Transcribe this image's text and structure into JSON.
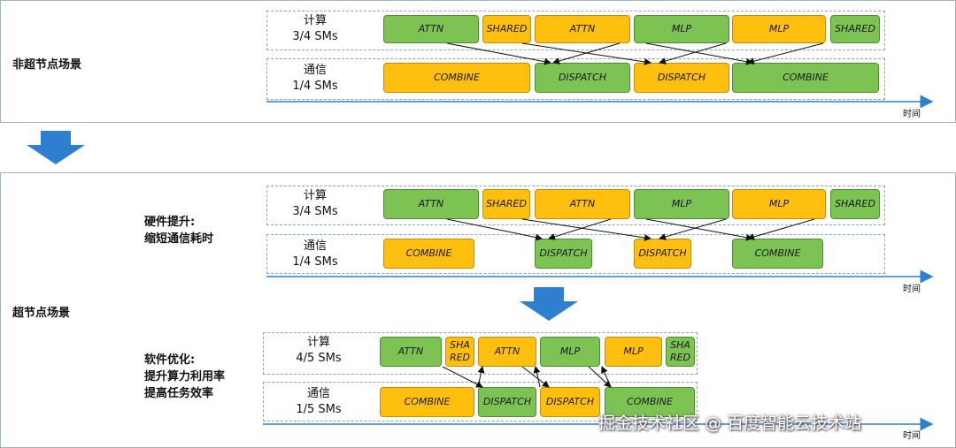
{
  "panels": {
    "top": {
      "label": "非超节点场景"
    },
    "bottom": {
      "label": "超节点场景"
    }
  },
  "notes": {
    "hardware": [
      "硬件提升:",
      "缩短通信耗时"
    ],
    "software": [
      "软件优化:",
      "提升算力利用率",
      "提高任务效率"
    ]
  },
  "diagrams": [
    {
      "compute_label": [
        "计算",
        "3/4 SMs"
      ],
      "comm_label": [
        "通信",
        "1/4 SMs"
      ],
      "axis_label": "时间",
      "compute_blocks": [
        {
          "text": "ATTN",
          "color": "green"
        },
        {
          "text": "SHARED",
          "color": "orange"
        },
        {
          "text": "ATTN",
          "color": "orange"
        },
        {
          "text": "MLP",
          "color": "green"
        },
        {
          "text": "MLP",
          "color": "orange"
        },
        {
          "text": "SHARED",
          "color": "green"
        }
      ],
      "comm_blocks": [
        {
          "text": "COMBINE",
          "color": "orange"
        },
        {
          "text": "DISPATCH",
          "color": "green"
        },
        {
          "text": "DISPATCH",
          "color": "orange"
        },
        {
          "text": "COMBINE",
          "color": "green"
        }
      ]
    },
    {
      "compute_label": [
        "计算",
        "3/4 SMs"
      ],
      "comm_label": [
        "通信",
        "1/4 SMs"
      ],
      "axis_label": "时间",
      "compute_blocks": [
        {
          "text": "ATTN",
          "color": "green"
        },
        {
          "text": "SHARED",
          "color": "orange"
        },
        {
          "text": "ATTN",
          "color": "orange"
        },
        {
          "text": "MLP",
          "color": "green"
        },
        {
          "text": "MLP",
          "color": "orange"
        },
        {
          "text": "SHARED",
          "color": "green"
        }
      ],
      "comm_blocks": [
        {
          "text": "COMBINE",
          "color": "orange"
        },
        {
          "text": "DISPATCH",
          "color": "green"
        },
        {
          "text": "DISPATCH",
          "color": "orange"
        },
        {
          "text": "COMBINE",
          "color": "green"
        }
      ]
    },
    {
      "compute_label": [
        "计算",
        "4/5 SMs"
      ],
      "comm_label": [
        "通信",
        "1/5 SMs"
      ],
      "axis_label": "时间",
      "compute_blocks": [
        {
          "text": "ATTN",
          "color": "green"
        },
        {
          "text": "SHA\nRED",
          "color": "orange"
        },
        {
          "text": "ATTN",
          "color": "orange"
        },
        {
          "text": "MLP",
          "color": "green"
        },
        {
          "text": "MLP",
          "color": "orange"
        },
        {
          "text": "SHA\nRED",
          "color": "green"
        }
      ],
      "comm_blocks": [
        {
          "text": "COMBINE",
          "color": "orange"
        },
        {
          "text": "DISPATCH",
          "color": "green"
        },
        {
          "text": "DISPATCH",
          "color": "orange"
        },
        {
          "text": "COMBINE",
          "color": "green"
        }
      ]
    }
  ],
  "watermark": "掘金技术社区 @ 百度智能云技术站",
  "colors": {
    "green": "#7dc353",
    "orange": "#ffbf0f",
    "arrow": "#2f7fd0",
    "axis": "#2f7fd0"
  }
}
